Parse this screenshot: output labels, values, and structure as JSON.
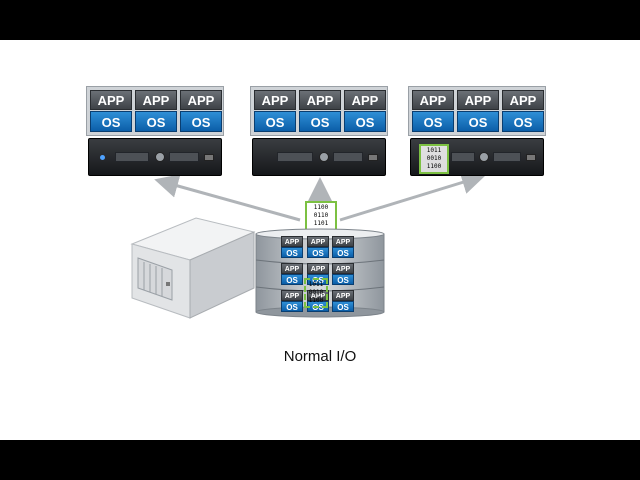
{
  "vm": {
    "app_label": "APP",
    "os_label": "OS"
  },
  "bit_blocks": {
    "center": [
      "1100",
      "0110",
      "1101"
    ],
    "right_host": [
      "1011",
      "0010",
      "1100"
    ],
    "storage": [
      "1011",
      "0010",
      "1100"
    ]
  },
  "caption": "Normal I/O",
  "colors": {
    "app_tile": "#4a4e53",
    "os_tile": "#1565b0",
    "highlight_border": "#7cc142",
    "arrow": "#b0b4b8"
  }
}
